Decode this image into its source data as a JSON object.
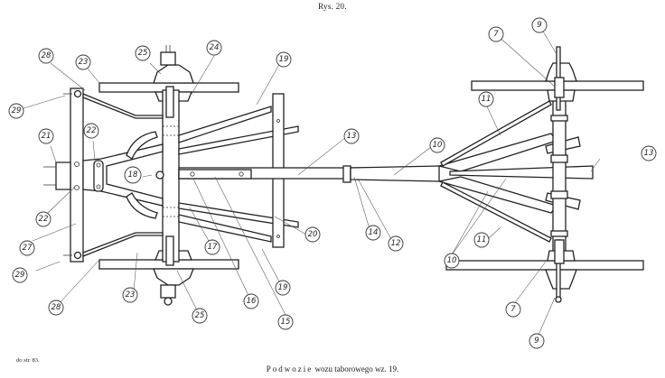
{
  "figure": {
    "title": "Rys. 20.",
    "caption_spaced": "Podwozie",
    "caption_rest": "wozu taborowego wz. 19.",
    "page_reference": "do str. 83."
  },
  "callouts": [
    {
      "id": "c28a",
      "label": "28"
    },
    {
      "id": "c23a",
      "label": "23"
    },
    {
      "id": "c25a",
      "label": "25"
    },
    {
      "id": "c24",
      "label": "24"
    },
    {
      "id": "c29a",
      "label": "29"
    },
    {
      "id": "c21",
      "label": "21"
    },
    {
      "id": "c22a",
      "label": "22"
    },
    {
      "id": "c22b",
      "label": "22"
    },
    {
      "id": "c18",
      "label": "18"
    },
    {
      "id": "c27",
      "label": "27"
    },
    {
      "id": "c29b",
      "label": "29"
    },
    {
      "id": "c28b",
      "label": "28"
    },
    {
      "id": "c23b",
      "label": "23"
    },
    {
      "id": "c25b",
      "label": "25"
    },
    {
      "id": "c17",
      "label": "17"
    },
    {
      "id": "c16",
      "label": "16"
    },
    {
      "id": "c15",
      "label": "15"
    },
    {
      "id": "c19a",
      "label": "19"
    },
    {
      "id": "c19b",
      "label": "19"
    },
    {
      "id": "c20",
      "label": "20"
    },
    {
      "id": "c13a",
      "label": "13"
    },
    {
      "id": "c10",
      "label": "10"
    },
    {
      "id": "c14",
      "label": "14"
    },
    {
      "id": "c12",
      "label": "12"
    },
    {
      "id": "c11a",
      "label": "11"
    },
    {
      "id": "c11b",
      "label": "11"
    },
    {
      "id": "c10b",
      "label": "10"
    },
    {
      "id": "c7a",
      "label": "7"
    },
    {
      "id": "c9a",
      "label": "9"
    },
    {
      "id": "c13b",
      "label": "13"
    },
    {
      "id": "c7b",
      "label": "7"
    },
    {
      "id": "c9b",
      "label": "9"
    }
  ]
}
